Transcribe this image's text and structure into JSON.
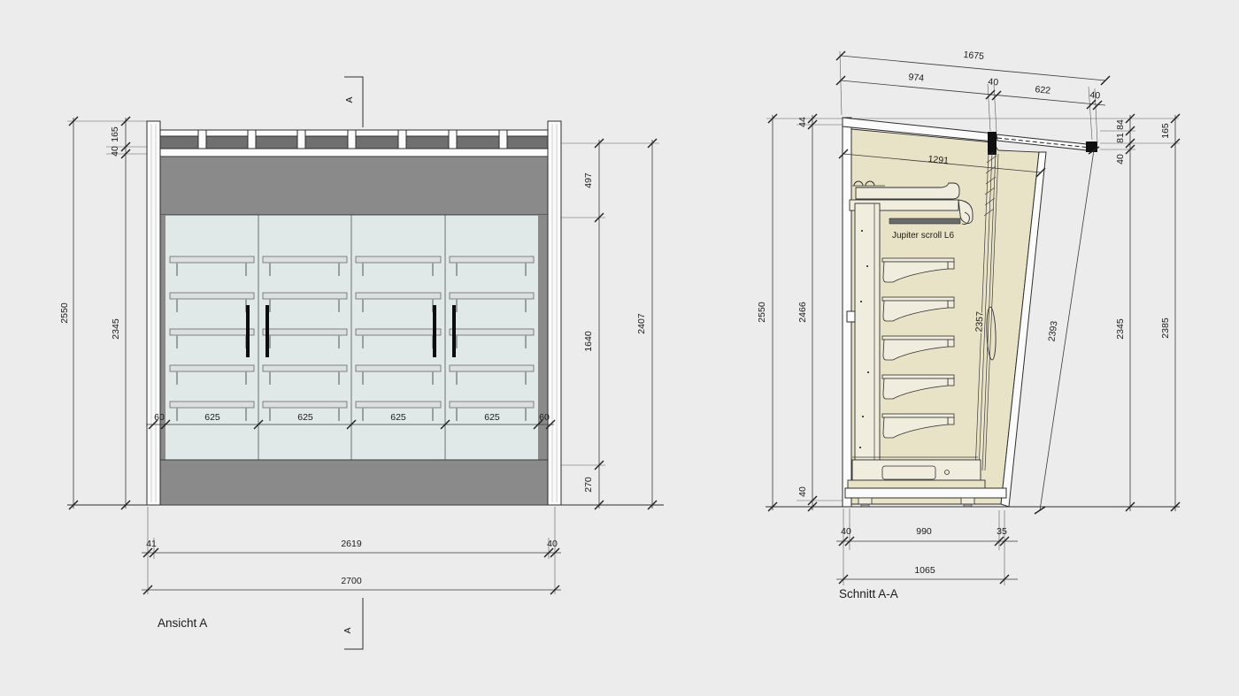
{
  "page": {
    "background": "#ececec",
    "colors": {
      "panel_gray": "#8a8a8a",
      "glass": "#e1e9e8",
      "interior_beige": "#e8e3c7",
      "line": "#2e2e2e"
    }
  },
  "ansicht": {
    "caption": "Ansicht A",
    "section_label_top": "A",
    "section_label_bottom": "A",
    "dim_165": "165",
    "dim_40_top": "40",
    "dim_2550": "2550",
    "dim_2345": "2345",
    "dim_497": "497",
    "dim_1640": "1640",
    "dim_270": "270",
    "dim_2407": "2407",
    "dim_60_left": "60",
    "door_widths": [
      "625",
      "625",
      "625",
      "625"
    ],
    "dim_60_right": "60",
    "dim_41": "41",
    "dim_2619": "2619",
    "dim_40_bottom": "40",
    "dim_2700": "2700"
  },
  "schnitt": {
    "caption": "Schnitt A-A",
    "product_label": "Jupiter scroll L6",
    "dim_1675": "1675",
    "dim_974": "974",
    "dim_40_a": "40",
    "dim_622": "622",
    "dim_40_b": "40",
    "dim_1291": "1291",
    "dim_44": "44",
    "dim_2550": "2550",
    "dim_2466": "2466",
    "dim_40_left_bottom": "40",
    "dim_84": "84",
    "dim_81": "81",
    "dim_40_right": "40",
    "dim_165": "165",
    "dim_2345": "2345",
    "dim_2385": "2385",
    "dim_2357": "2357",
    "dim_2393": "2393",
    "dim_40_base": "40",
    "dim_990": "990",
    "dim_35": "35",
    "dim_1065": "1065"
  }
}
